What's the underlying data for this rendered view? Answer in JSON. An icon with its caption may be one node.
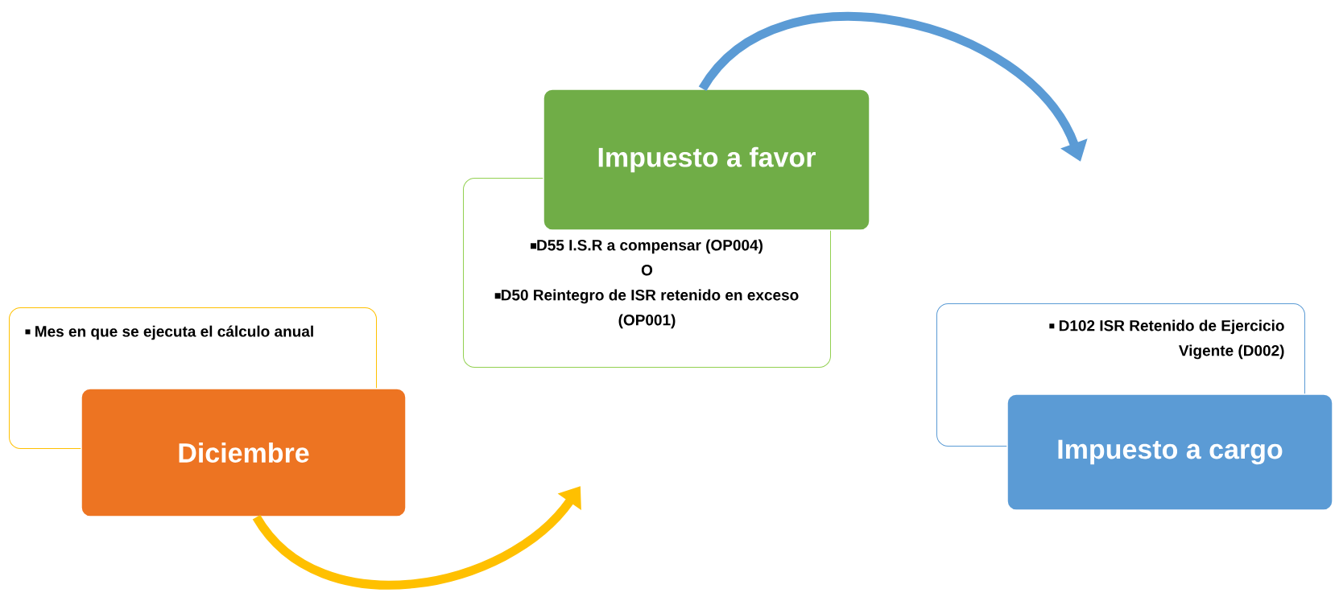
{
  "diagram": {
    "nodes": [
      {
        "text": [
          "Mes en que se ejecuta el cálculo anual"
        ]
      },
      {
        "text": [
          "Diciembre"
        ]
      },
      {
        "text": [
          "D55 I.S.R a compensar (OP004)",
          "O",
          "D50 Reintegro de ISR retenido en exceso (OP001)"
        ]
      },
      {
        "text": [
          "Impuesto a favor"
        ]
      },
      {
        "text": [
          "D102 ISR Retenido de Ejercicio Vigente (D002)"
        ]
      },
      {
        "text": [
          "Impuesto a cargo"
        ]
      }
    ],
    "edges": [
      {
        "from": 1,
        "to": null,
        "arrow": "to",
        "color": "#ffc000"
      },
      {
        "from": 3,
        "to": null,
        "arrow": "to",
        "color": "#5b9bd5"
      }
    ]
  }
}
